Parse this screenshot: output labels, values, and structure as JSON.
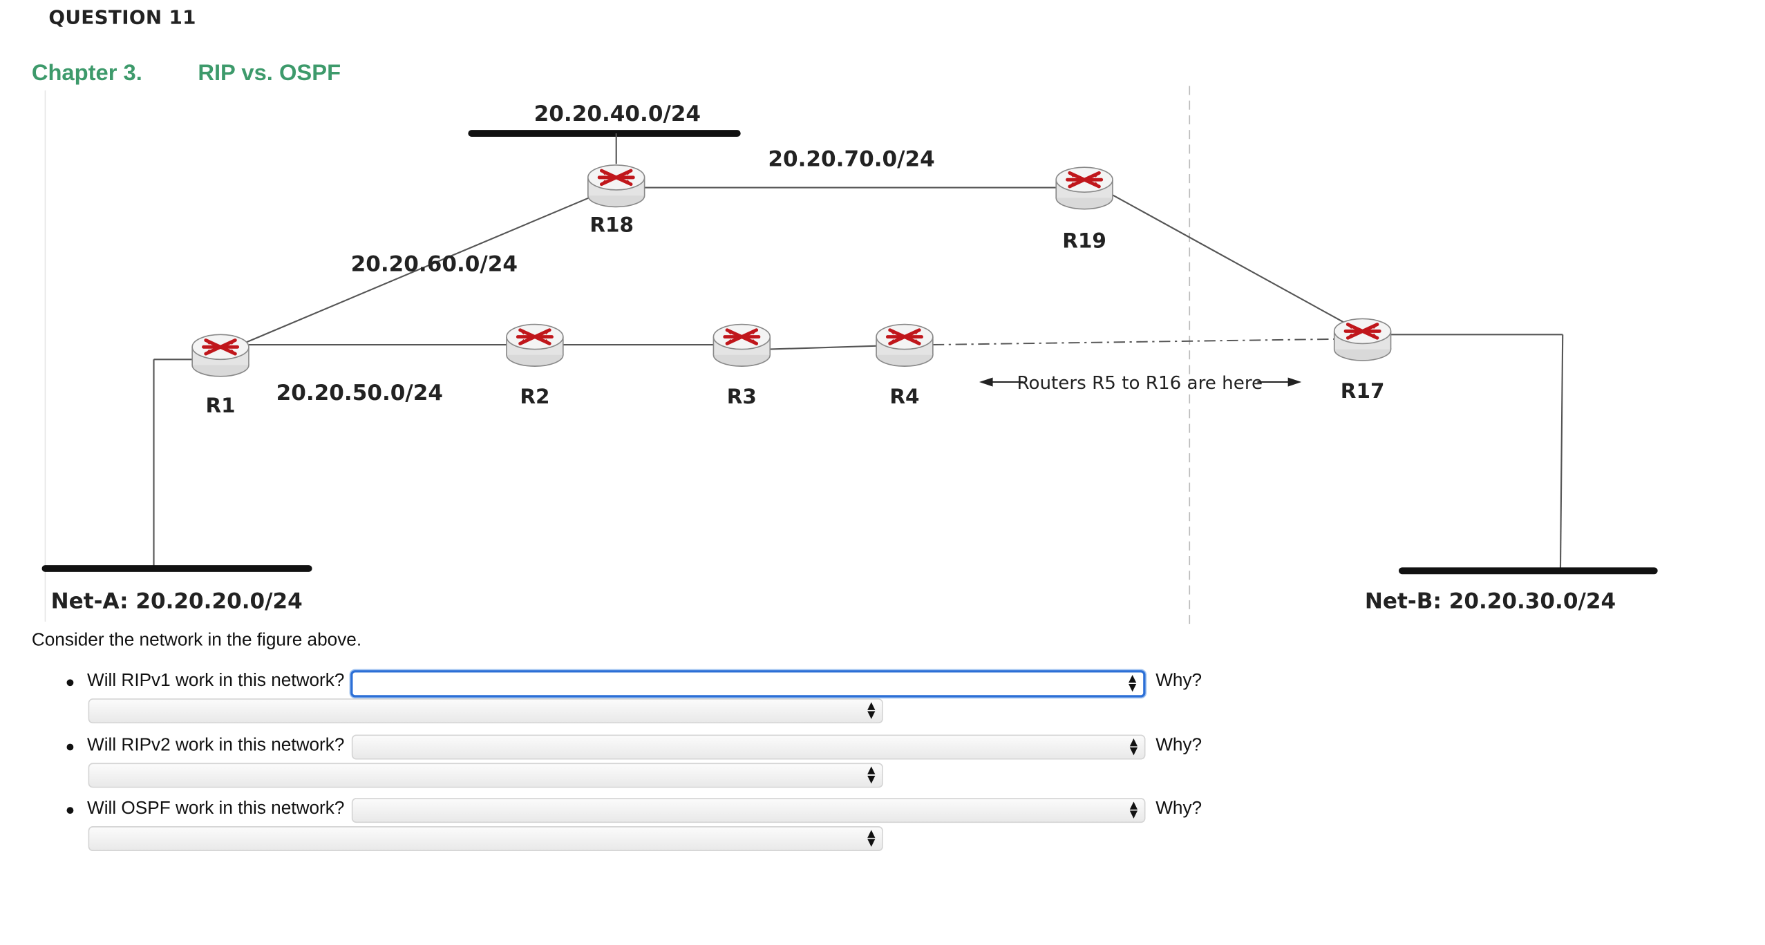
{
  "question": {
    "title": "QUESTION 11",
    "chapter": "Chapter  3.",
    "topic": "RIP vs. OSPF"
  },
  "diagram": {
    "networks": {
      "net40": "20.20.40.0/24",
      "net70": "20.20.70.0/24",
      "net60": "20.20.60.0/24",
      "net50": "20.20.50.0/24",
      "netA": "Net-A: 20.20.20.0/24",
      "netB": "Net-B: 20.20.30.0/24"
    },
    "routers": {
      "r1": "R1",
      "r2": "R2",
      "r3": "R3",
      "r4": "R4",
      "r17": "R17",
      "r18": "R18",
      "r19": "R19"
    },
    "annotation": "Routers R5 to R16 are here",
    "router_icon": "router-icon",
    "colors": {
      "router_arrows": "#c0161b",
      "link": "#555555",
      "bus": "#111111"
    }
  },
  "prompt": "Consider the network in the figure above.",
  "questions": [
    {
      "text": "Will RIPv1 work in this network?",
      "answer": "",
      "why_label": "Why?",
      "reason": ""
    },
    {
      "text": "Will RIPv2 work in this network?",
      "answer": "",
      "why_label": "Why?",
      "reason": ""
    },
    {
      "text": "Will OSPF work in this network?",
      "answer": "",
      "why_label": "Why?",
      "reason": ""
    }
  ],
  "colors": {
    "heading_green": "#3d9a6b",
    "focus_blue": "#2c6fd6"
  }
}
